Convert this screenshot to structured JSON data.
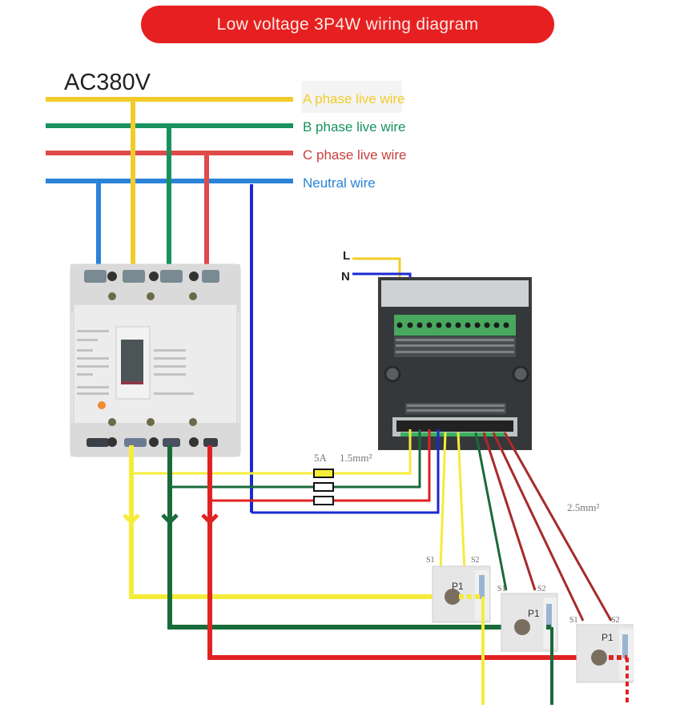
{
  "title": "Low voltage 3P4W wiring diagram",
  "supply": {
    "voltage_label": "AC380V",
    "wires": [
      {
        "id": "A",
        "label": "A phase live wire",
        "color": "#f2cc2a"
      },
      {
        "id": "B",
        "label": "B phase live wire",
        "color": "#17925e"
      },
      {
        "id": "C",
        "label": "C phase live wire",
        "color": "#e04a4a"
      },
      {
        "id": "N",
        "label": "Neutral wire",
        "color": "#2a83d8"
      }
    ]
  },
  "meter": {
    "aux_power": {
      "live_label": "L",
      "neutral_label": "N"
    }
  },
  "voltage_leads": {
    "fuse_rating": "5A",
    "wire_gauge": "1.5mm²"
  },
  "current_leads": {
    "wire_gauge": "2.5mm²"
  },
  "current_transformers": [
    {
      "phase": "A",
      "primary_label": "P1",
      "s1_label": "S1",
      "s2_label": "S2"
    },
    {
      "phase": "B",
      "primary_label": "P1",
      "s1_label": "S1",
      "s2_label": "S2"
    },
    {
      "phase": "C",
      "primary_label": "P1",
      "s1_label": "S1",
      "s2_label": "S2"
    }
  ],
  "colors": {
    "title_bg": "#e62020",
    "yellow_circuit": "#f5ec3a",
    "green_circuit": "#1a6b3a",
    "red_circuit": "#e02222",
    "blue_circuit": "#1a2ad0"
  }
}
